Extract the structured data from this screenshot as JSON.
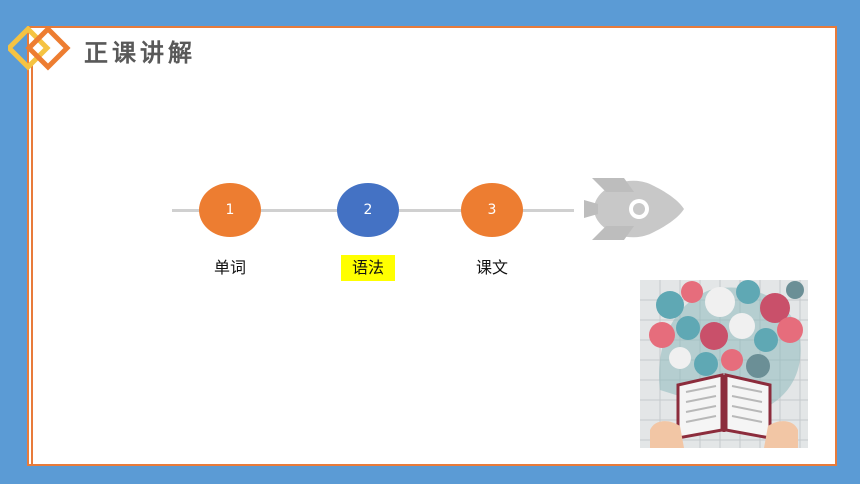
{
  "header": {
    "title": "正课讲解"
  },
  "steps": [
    {
      "number": "1",
      "label": "单词"
    },
    {
      "number": "2",
      "label": "语法"
    },
    {
      "number": "3",
      "label": "课文"
    }
  ],
  "colors": {
    "background": "#5b9bd5",
    "accent_orange": "#ed7d31",
    "accent_blue": "#4472c4",
    "highlight": "#ffff00",
    "logo_yellow": "#f5c342"
  },
  "icons": [
    "logo-diamonds-icon",
    "rocket-icon",
    "education-illustration"
  ]
}
